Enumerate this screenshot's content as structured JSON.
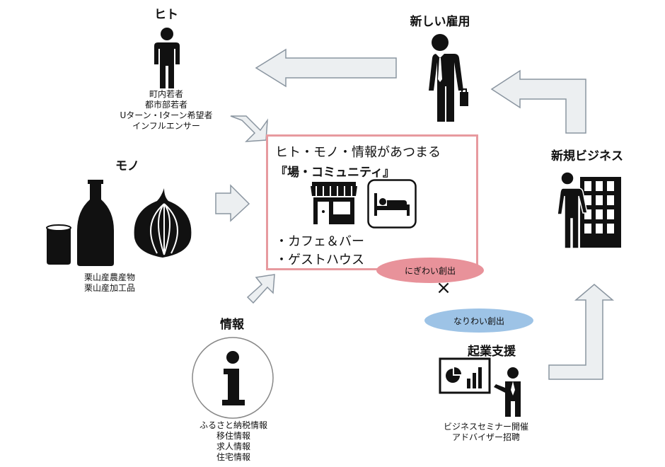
{
  "hito": {
    "title": "ヒト",
    "lines": "町内若者\n都市部若者\nUターン・Iターン希望者\nインフルエンサー"
  },
  "mono": {
    "title": "モノ",
    "lines": "栗山産農産物\n栗山産加工品"
  },
  "joho": {
    "title": "情報",
    "lines": "ふるさと納税情報\n移住情報\n求人情報\n住宅情報"
  },
  "koyo": {
    "title": "新しい雇用"
  },
  "shinki": {
    "title": "新規ビジネス"
  },
  "kigyo": {
    "title": "起業支援",
    "lines": "ビジネスセミナー開催\nアドバイザー招聘"
  },
  "center": {
    "line1": "ヒト・モノ・情報があつまる",
    "line2": "『場・コミュニティ』",
    "item1": "・カフェ＆バー",
    "item2": "・ゲストハウス"
  },
  "nigiwai": "にぎわい創出",
  "cross": "×",
  "nariwai": "なりわい創出",
  "colors": {
    "box_border": "#e79a9f",
    "nigiwai_fill": "#e8929a",
    "nariwai_fill": "#9dc3e6",
    "arrow_fill": "#eceff1",
    "arrow_stroke": "#8a95a0"
  },
  "icons": [
    "person-icon",
    "businessman-icon",
    "building-icon",
    "sake-bottle-icon",
    "cup-icon",
    "onion-icon",
    "info-icon",
    "shop-icon",
    "bed-icon",
    "presentation-icon"
  ]
}
